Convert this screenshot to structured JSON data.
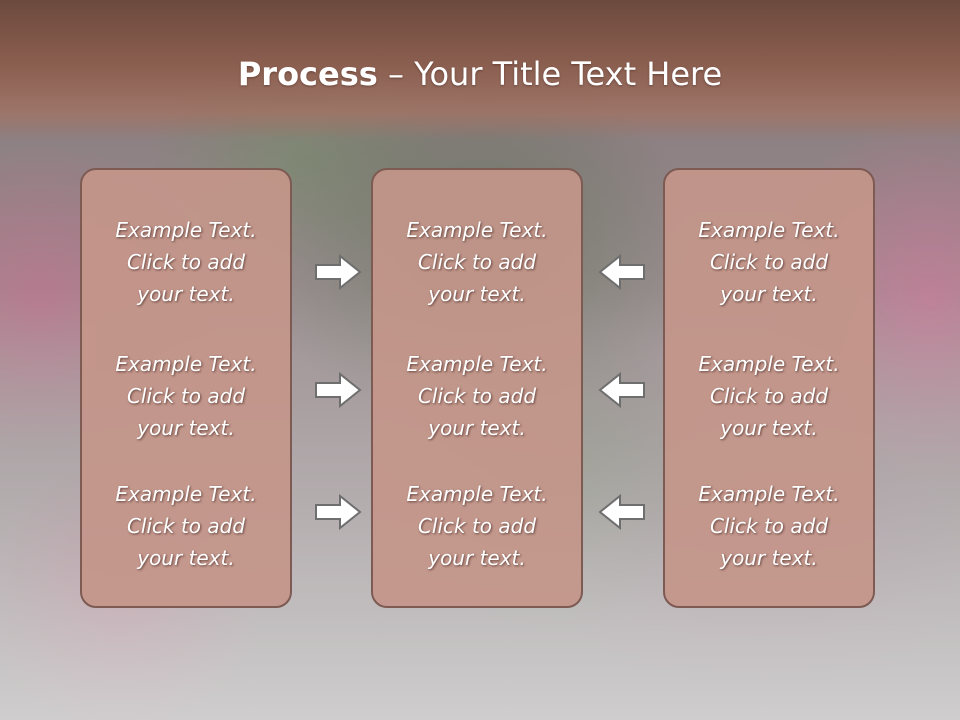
{
  "header": {
    "title_bold": "Process",
    "title_rest": " – Your Title Text Here"
  },
  "panels": {
    "left": {
      "items": [
        "Example Text.\nClick  to add\nyour text.",
        "Example Text.\nClick  to add\nyour text.",
        "Example Text.\nClick  to add\nyour text."
      ]
    },
    "center": {
      "items": [
        "Example Text.\nClick  to add\nyour text.",
        "Example Text.\nClick  to add\nyour text.",
        "Example Text.\nClick  to add\nyour text."
      ]
    },
    "right": {
      "items": [
        "Example Text.\nClick  to add\nyour text.",
        "Example Text.\nClick  to add\nyour text.",
        "Example Text.\nClick  to add\nyour text."
      ]
    }
  },
  "arrows": {
    "left_to_center": "arrow-right-icon",
    "right_to_center": "arrow-left-icon"
  },
  "colors": {
    "header": "#8a5e4f",
    "panel_fill": "#c4968a",
    "panel_border": "#7d5a52",
    "text": "#ffffff"
  }
}
